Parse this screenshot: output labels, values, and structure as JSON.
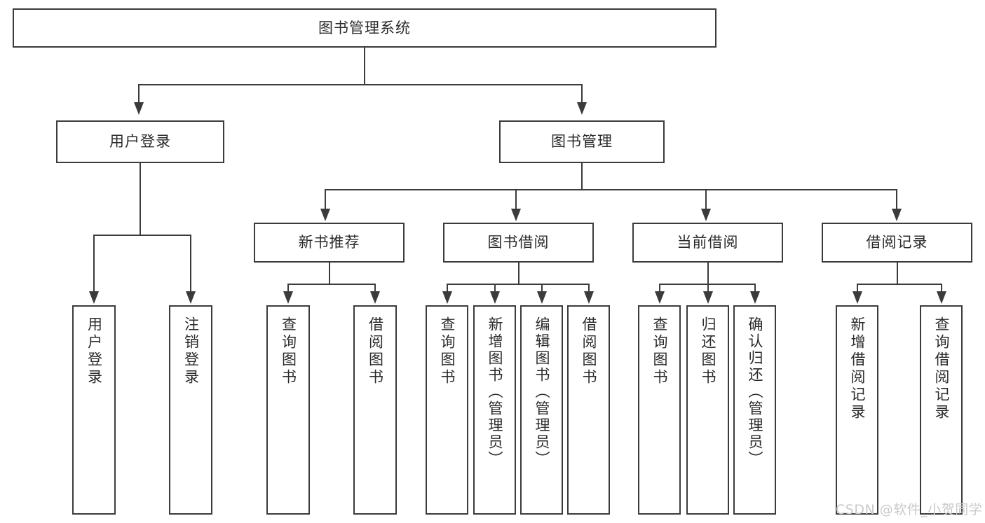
{
  "diagram": {
    "title": "图书管理系统",
    "type": "tree-hierarchy-chart",
    "root": {
      "label": "图书管理系统"
    },
    "level1": [
      {
        "label": "用户登录"
      },
      {
        "label": "图书管理"
      }
    ],
    "level2": [
      {
        "label": "新书推荐"
      },
      {
        "label": "图书借阅"
      },
      {
        "label": "当前借阅"
      },
      {
        "label": "借阅记录"
      }
    ],
    "leaves": {
      "user_login": [
        {
          "label": "用户登录"
        },
        {
          "label": "注销登录"
        }
      ],
      "new_book_recommend": [
        {
          "label": "查询图书"
        },
        {
          "label": "借阅图书"
        }
      ],
      "book_borrow": [
        {
          "label": "查询图书"
        },
        {
          "label": "新增图书（管理员）"
        },
        {
          "label": "编辑图书（管理员）"
        },
        {
          "label": "借阅图书"
        }
      ],
      "current_borrow": [
        {
          "label": "查询图书"
        },
        {
          "label": "归还图书"
        },
        {
          "label": "确认归还（管理员）"
        }
      ],
      "borrow_record": [
        {
          "label": "新增借阅记录"
        },
        {
          "label": "查询借阅记录"
        }
      ]
    }
  },
  "watermark": {
    "text": "CSDN @软件_小贺同学"
  },
  "colors": {
    "stroke": "#3b3b3b",
    "text": "#2b2b2b",
    "background": "#ffffff",
    "watermark": "#c9c9c9"
  }
}
